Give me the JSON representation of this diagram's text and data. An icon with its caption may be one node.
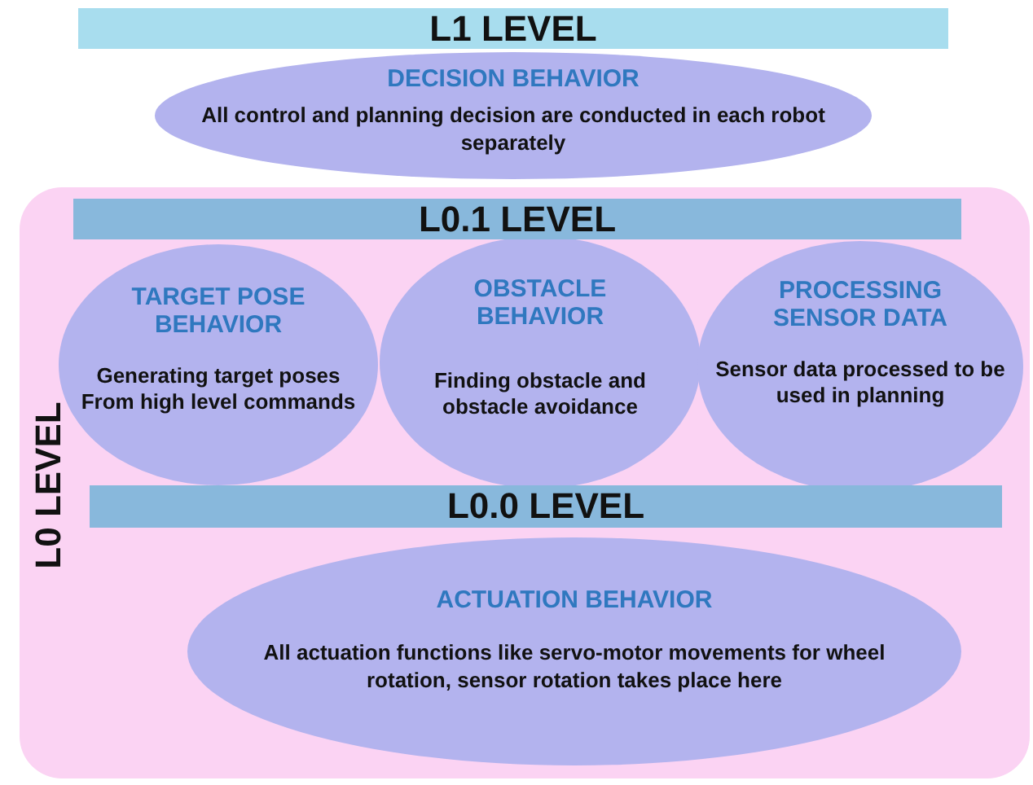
{
  "diagram": {
    "nodes": [
      {
        "text": [
          "L1 LEVEL"
        ]
      },
      {
        "text": [
          "DECISION BEHAVIOR",
          "All control and planning decision are conducted in each robot separately"
        ]
      },
      {
        "text": [
          "L0 LEVEL"
        ]
      },
      {
        "text": [
          "L0.1 LEVEL"
        ],
        "in": 2
      },
      {
        "text": [
          "TARGET POSE BEHAVIOR",
          "Generating target poses From  high level commands"
        ],
        "in": 2
      },
      {
        "text": [
          "OBSTACLE BEHAVIOR",
          "Finding obstacle and obstacle avoidance"
        ],
        "in": 2
      },
      {
        "text": [
          "PROCESSING SENSOR DATA",
          "Sensor data processed to be used in planning"
        ],
        "in": 2
      },
      {
        "text": [
          "L0.0 LEVEL"
        ],
        "in": 2
      },
      {
        "text": [
          "ACTUATION BEHAVIOR",
          "All actuation functions like servo-motor movements for wheel rotation, sensor rotation takes place here"
        ],
        "in": 2
      }
    ]
  }
}
